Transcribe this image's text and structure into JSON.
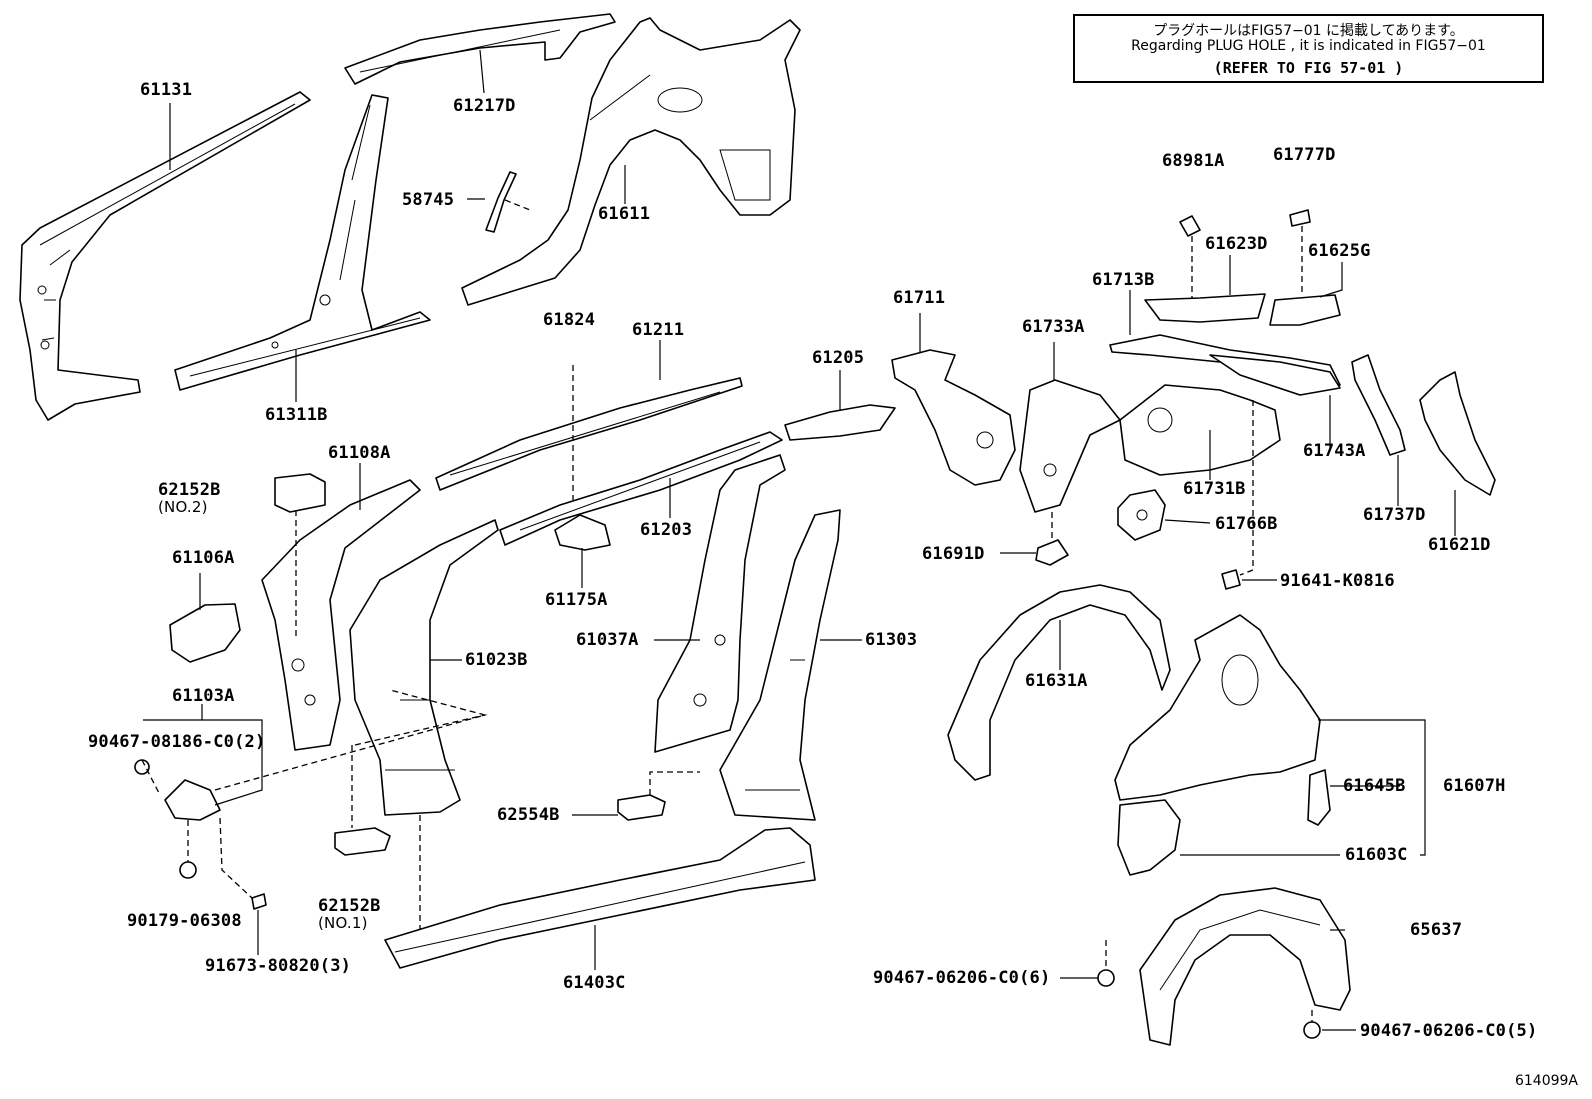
{
  "note": {
    "line1": "プラグホールはFIG57−01 に掲載してあります。",
    "line2": "Regarding  PLUG HOLE  , it is indicated in  FIG57−01",
    "line3": "(REFER TO FIG 57-01 )"
  },
  "figure_code": "614099A",
  "parts": {
    "p61131": "61131",
    "p61217D": "61217D",
    "p58745": "58745",
    "p61611": "61611",
    "p61311B": "61311B",
    "p61824": "61824",
    "p61211": "61211",
    "p61205": "61205",
    "p61108A": "61108A",
    "p62152B_2": "62152B",
    "no2": "(NO.2)",
    "p61106A": "61106A",
    "p61203": "61203",
    "p61175A": "61175A",
    "p61037A": "61037A",
    "p61303": "61303",
    "p61023B": "61023B",
    "p61103A": "61103A",
    "p90467_08186": "90467-08186-C0(2)",
    "p62554B": "62554B",
    "p62152B_1": "62152B",
    "no1": "(NO.1)",
    "p90179": "90179-06308",
    "p91673": "91673-80820(3)",
    "p61403C": "61403C",
    "p68981A": "68981A",
    "p61777D": "61777D",
    "p61623D": "61623D",
    "p61625G": "61625G",
    "p61713B": "61713B",
    "p61711": "61711",
    "p61733A": "61733A",
    "p61743A": "61743A",
    "p61731B": "61731B",
    "p61737D": "61737D",
    "p61766B": "61766B",
    "p61621D": "61621D",
    "p61691D": "61691D",
    "p91641": "91641-K0816",
    "p61631A": "61631A",
    "p61645B": "61645B",
    "p61607H": "61607H",
    "p61603C": "61603C",
    "p65637": "65637",
    "p90467_06206_6": "90467-06206-C0(6)",
    "p90467_06206_5": "90467-06206-C0(5)"
  }
}
